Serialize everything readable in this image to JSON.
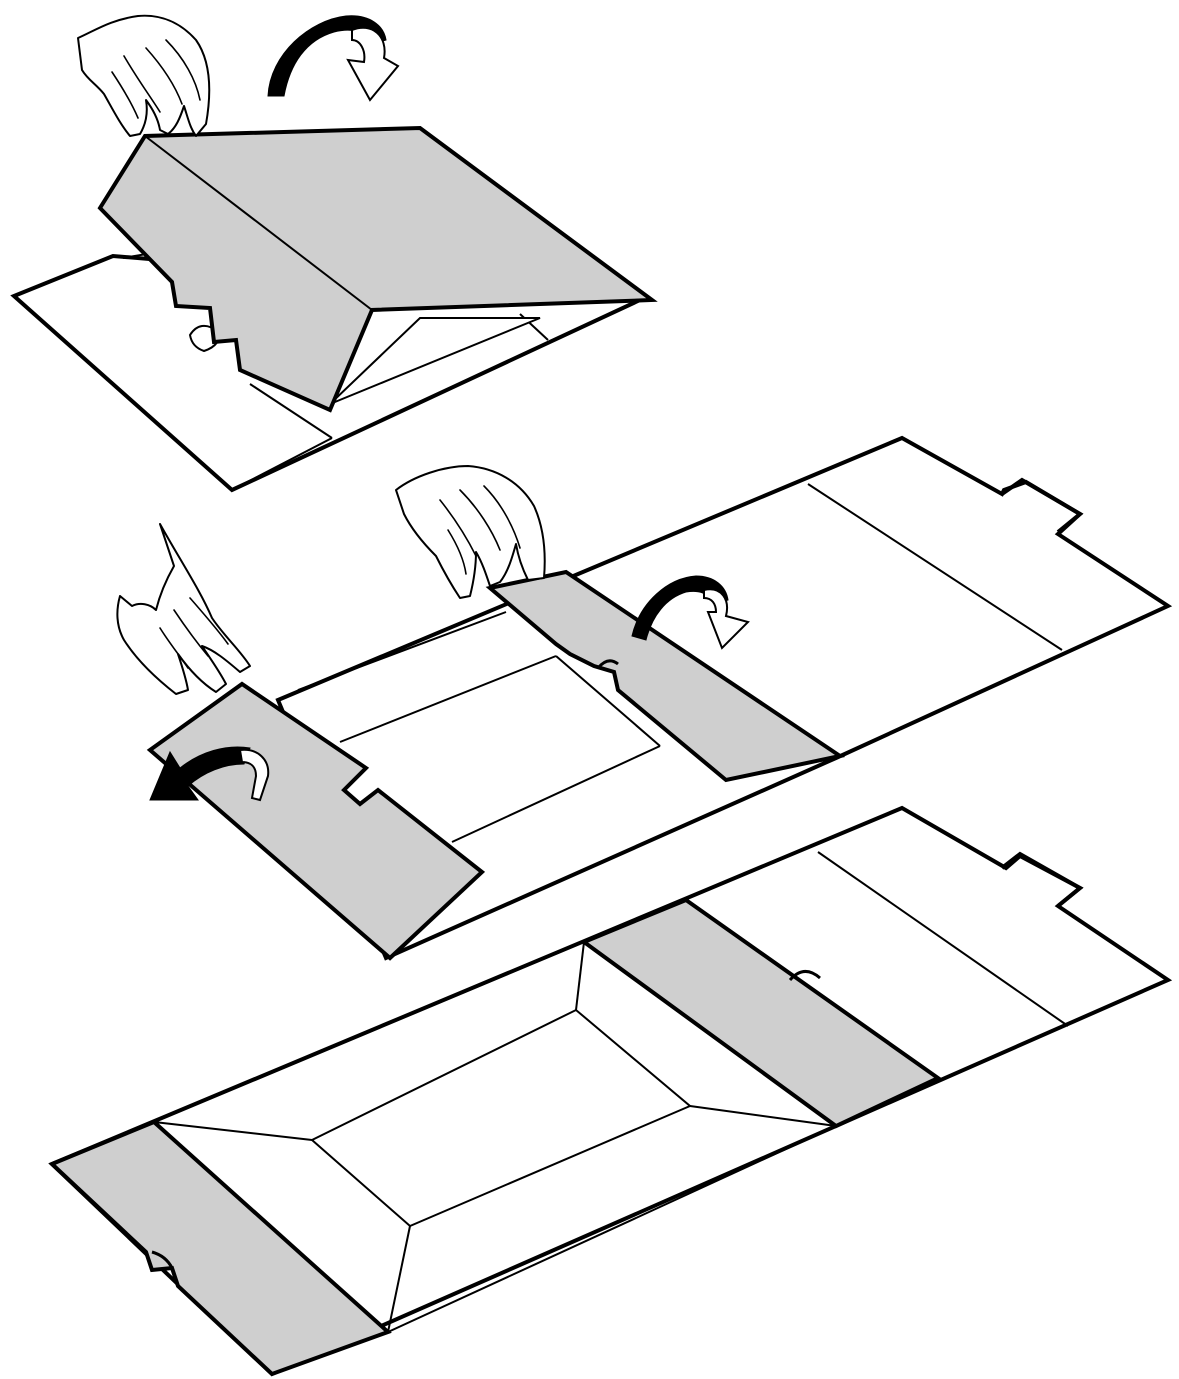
{
  "steps": [
    {
      "id": "step-1",
      "action": "fold-over-lid"
    },
    {
      "id": "step-2",
      "action": "unfold-side-flaps"
    },
    {
      "id": "step-3",
      "action": "flat-unfolded-box"
    }
  ],
  "colors": {
    "panel_fill": "#cfcfcf",
    "outline": "#000000",
    "background": "#ffffff"
  },
  "icons": [
    "hand-icon",
    "curved-arrow-icon",
    "box-blank-diagram"
  ]
}
